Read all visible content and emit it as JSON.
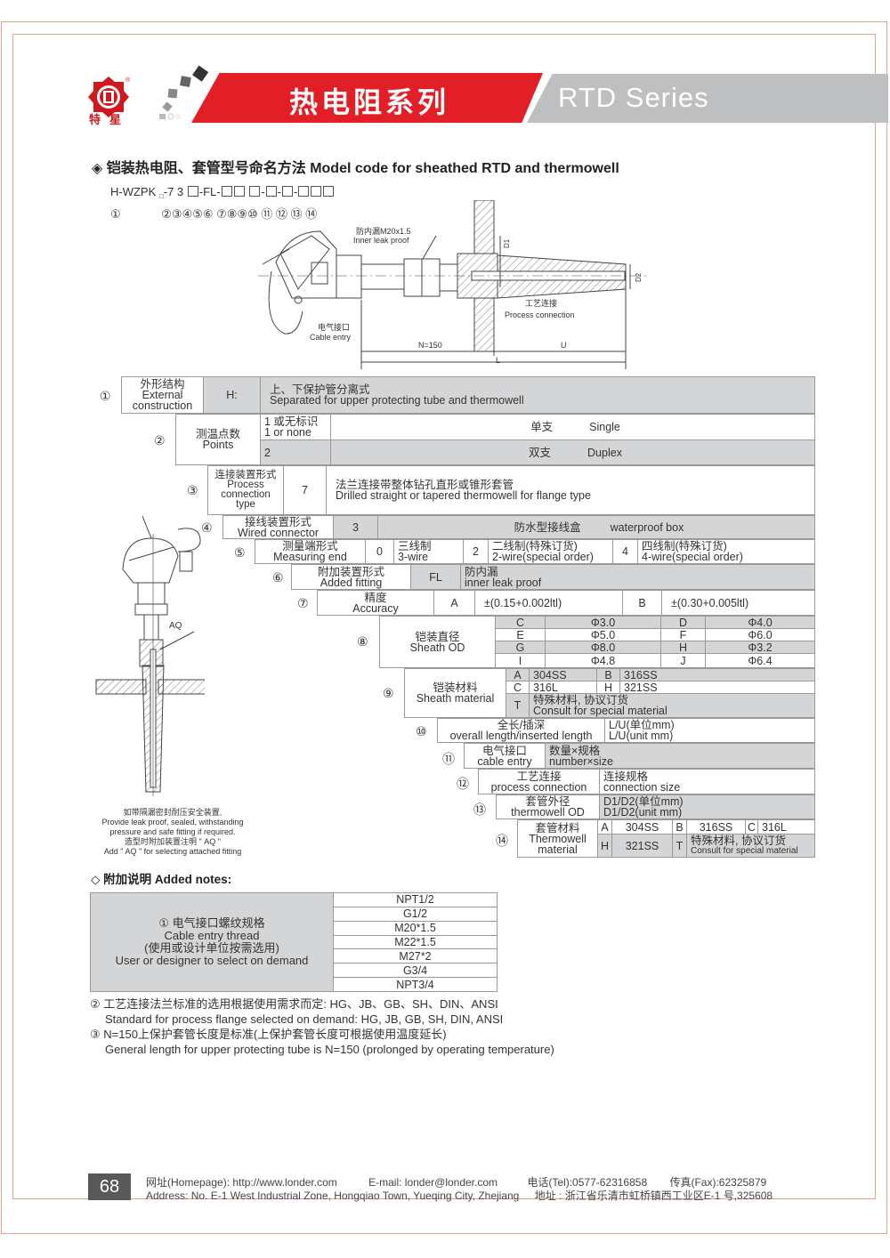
{
  "header": {
    "brand": "特星",
    "title_cn": "热电阻系列",
    "title_en": "RTD Series"
  },
  "section_title": "◈ 铠装热电阻、套管型号命名方法  Model code for sheathed RTD and thermowell",
  "model_code": {
    "prefix": "H-WZPK",
    "sub": "□",
    "mid": "-7 3",
    "fl": "-FL-",
    "numbers_first": "①",
    "numbers_rest": "②③④⑤⑥ ⑦⑧⑨⑩ ⑪ ⑫ ⑬ ⑭"
  },
  "diagram": {
    "inner_leak_cn": "防内漏M20x1.5",
    "inner_leak_en": "Inner leak proof",
    "cable_entry_cn": "电气接口",
    "cable_entry_en": "Cable entry",
    "process_cn": "工艺连接",
    "process_en": "Process connection",
    "n_label": "N=150",
    "u_label": "U",
    "l_label": "L",
    "d1_label": "D1",
    "d2_label": "D2"
  },
  "side_diagram": {
    "aq_label": "AQ",
    "note_lines": [
      "如带隔漏密封耐压安全装置,",
      "Provide leak proof, sealed, withstanding",
      "pressure and safe fitting if required.",
      "造型时附加装置注明 \" AQ \"",
      "Add \" AQ \" for selecting attached fitting"
    ]
  },
  "spec": {
    "r1": {
      "num": "①",
      "label_cn": "外形结构",
      "label_en1": "External",
      "label_en2": "construction",
      "code": "H:",
      "desc_cn": "上、下保护管分离式",
      "desc_en": "Separated for upper protecting tube and thermowell"
    },
    "r2": {
      "num": "②",
      "label_cn": "测温点数",
      "label_en": "Points",
      "opt1_code_cn": "1 或无标识",
      "opt1_code_en": "1 or none",
      "opt1_cn": "单支",
      "opt1_en": "Single",
      "opt2_code": "2",
      "opt2_cn": "双支",
      "opt2_en": "Duplex"
    },
    "r3": {
      "num": "③",
      "label_cn": "连接装置形式",
      "label_en1": "Process",
      "label_en2": "connection",
      "label_en3": "type",
      "code": "7",
      "desc_cn": "法兰连接带整体钻孔直形或锥形套管",
      "desc_en": "Drilled straight or tapered thermowell for flange type"
    },
    "r4": {
      "num": "④",
      "label_cn": "接线装置形式",
      "label_en": "Wired connector",
      "code": "3",
      "desc_cn": "防水型接线盒",
      "desc_en": "waterproof box"
    },
    "r5": {
      "num": "⑤",
      "label_cn": "测量端形式",
      "label_en": "Measuring end",
      "o1": "0",
      "o1_cn": "三线制",
      "o1_en": "3-wire",
      "o2": "2",
      "o2_cn": "二线制(特殊订货)",
      "o2_en": "2-wire(special order)",
      "o3": "4",
      "o3_cn": "四线制(特殊订货)",
      "o3_en": "4-wire(special order)"
    },
    "r6": {
      "num": "⑥",
      "label_cn": "附加装置形式",
      "label_en": "Added fitting",
      "code": "FL",
      "desc_cn": "防内漏",
      "desc_en": "inner leak proof"
    },
    "r7": {
      "num": "⑦",
      "label_cn": "精度",
      "label_en": "Accuracy",
      "a": "A",
      "a_val": "±(0.15+0.002ltl)",
      "b": "B",
      "b_val": "±(0.30+0.005ltl)"
    },
    "r8": {
      "num": "⑧",
      "label_cn": "铠装直径",
      "label_en": "Sheath OD",
      "rows": [
        {
          "c1": "C",
          "v1": "Φ3.0",
          "c2": "D",
          "v2": "Φ4.0"
        },
        {
          "c1": "E",
          "v1": "Φ5.0",
          "c2": "F",
          "v2": "Φ6.0"
        },
        {
          "c1": "G",
          "v1": "Φ8.0",
          "c2": "H",
          "v2": "Φ3.2"
        },
        {
          "c1": "I",
          "v1": "Φ4.8",
          "c2": "J",
          "v2": "Φ6.4"
        }
      ]
    },
    "r9": {
      "num": "⑨",
      "label_cn": "铠装材料",
      "label_en": "Sheath material",
      "rows": [
        {
          "c1": "A",
          "v1": "304SS",
          "c2": "B",
          "v2": "316SS"
        },
        {
          "c1": "C",
          "v1": "316L",
          "c2": "H",
          "v2": "321SS"
        }
      ],
      "t": "T",
      "t_cn": "特殊材料, 协议订货",
      "t_en": "Consult for special material"
    },
    "r10": {
      "num": "⑩",
      "label_cn": "全长/插深",
      "label_en": "overall length/inserted length",
      "val_cn": "L/U(单位mm)",
      "val_en": "L/U(unit mm)"
    },
    "r11": {
      "num": "⑪",
      "label_cn": "电气接口",
      "label_en": "cable entry",
      "val_cn": "数量×规格",
      "val_en": "number×size"
    },
    "r12": {
      "num": "⑫",
      "label_cn": "工艺连接",
      "label_en": "process connection",
      "val_cn": "连接规格",
      "val_en": "connection size"
    },
    "r13": {
      "num": "⑬",
      "label_cn": "套管外径",
      "label_en": "thermowell OD",
      "val_cn": "D1/D2(单位mm)",
      "val_en": "D1/D2(unit mm)"
    },
    "r14": {
      "num": "⑭",
      "label_cn": "套管材料",
      "label_en1": "Thermowell",
      "label_en2": "material",
      "a": "A",
      "a_val": "304SS",
      "b": "B",
      "b_val": "316SS",
      "c": "C",
      "c_val": "316L",
      "h": "H",
      "h_val": "321SS",
      "t": "T",
      "t_cn": "特殊材料, 协议订货",
      "t_en": "Consult for special material"
    }
  },
  "notes": {
    "title": "◇ 附加说明  Added notes:",
    "cable_thread": {
      "line1": "① 电气接口螺纹规格",
      "line2": "Cable entry thread",
      "line3": "(使用或设计单位按需选用)",
      "line4": "User or designer to select on demand",
      "options": [
        "NPT1/2",
        "G1/2",
        "M20*1.5",
        "M22*1.5",
        "M27*2",
        "G3/4",
        "NPT3/4"
      ]
    },
    "note2_cn": "② 工艺连接法兰标准的选用根据使用需求而定: HG、JB、GB、SH、DIN、ANSI",
    "note2_en": "Standard for process flange selected on demand: HG, JB, GB, SH, DIN, ANSI",
    "note3_cn": "③ N=150上保护套管长度是标准(上保护套管长度可根据使用温度延长)",
    "note3_en": "General length for upper protecting tube is N=150 (prolonged by operating temperature)"
  },
  "footer": {
    "page": "68",
    "homepage": "网址(Homepage): http://www.londer.com",
    "email": "E-mail: londer@londer.com",
    "tel": "电话(Tel):0577-62316858",
    "fax": "传真(Fax):62325879",
    "address_en": "Address: No. E-1 West Industrial Zone, Hongqiao Town, Yueqing City, Zhejiang",
    "address_cn": "地址 : 浙江省乐清市虹桥镇西工业区E-1 号,325608"
  },
  "colors": {
    "brand_red": "#e21f26",
    "banner_grey": "#bdbfc1",
    "frame": "#eaa08c",
    "cell_grey": "#d4d5d7"
  }
}
